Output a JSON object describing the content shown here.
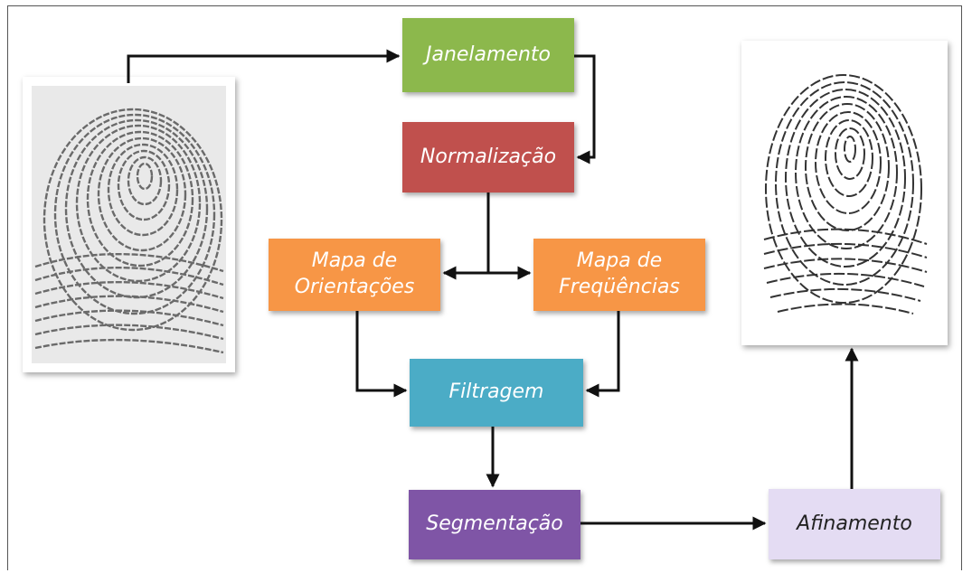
{
  "nodes": {
    "janelamento": {
      "label": "Janelamento",
      "color": "#8cb84c"
    },
    "normalizacao": {
      "label": "Normalização",
      "color": "#c0504d"
    },
    "orientacoes": {
      "label_line1": "Mapa de",
      "label_line2": "Orientações",
      "color": "#f79646"
    },
    "frequencias": {
      "label_line1": "Mapa de",
      "label_line2": "Freqüências",
      "color": "#f79646"
    },
    "filtragem": {
      "label": "Filtragem",
      "color": "#4bacc6"
    },
    "segmentacao": {
      "label": "Segmentação",
      "color": "#7f55a6"
    },
    "afinamento": {
      "label": "Afinamento",
      "color": "#e4dcf3",
      "text_color": "#222222"
    }
  },
  "images": {
    "input": {
      "icon": "fingerprint-raw-image"
    },
    "output": {
      "icon": "fingerprint-thinned-image"
    }
  }
}
